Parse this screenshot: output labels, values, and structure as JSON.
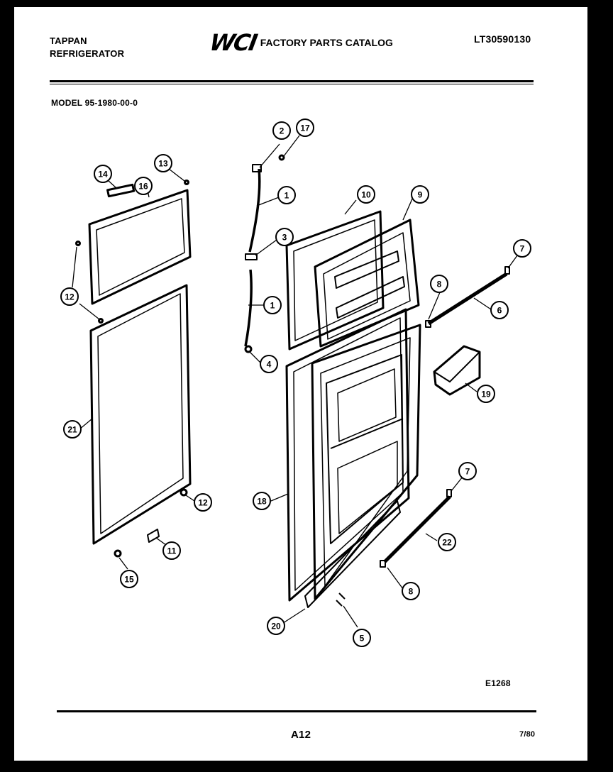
{
  "header": {
    "brand": "TAPPAN",
    "product": "REFRIGERATOR",
    "logo": "WCI",
    "catalog_title": "FACTORY PARTS CATALOG",
    "document_id": "LT30590130"
  },
  "model_line": "MODEL 95-1980-00-0",
  "figure_code": "E1268",
  "footer": {
    "page": "A12",
    "date": "7/80"
  },
  "callouts": [
    {
      "id": "c14",
      "text": "14"
    },
    {
      "id": "c13",
      "text": "13"
    },
    {
      "id": "c16top",
      "text": "16"
    },
    {
      "id": "c12a",
      "text": "12"
    },
    {
      "id": "c21",
      "text": "21"
    },
    {
      "id": "c12b",
      "text": "12"
    },
    {
      "id": "c11",
      "text": "11"
    },
    {
      "id": "c15",
      "text": "15"
    },
    {
      "id": "c2",
      "text": "2"
    },
    {
      "id": "c17",
      "text": "17"
    },
    {
      "id": "c1a",
      "text": "1"
    },
    {
      "id": "c3",
      "text": "3"
    },
    {
      "id": "c1b",
      "text": "1"
    },
    {
      "id": "c4",
      "text": "4"
    },
    {
      "id": "c10",
      "text": "10"
    },
    {
      "id": "c9",
      "text": "9"
    },
    {
      "id": "c7a",
      "text": "7"
    },
    {
      "id": "c8a",
      "text": "8"
    },
    {
      "id": "c6",
      "text": "6"
    },
    {
      "id": "c19",
      "text": "19"
    },
    {
      "id": "c18",
      "text": "18"
    },
    {
      "id": "c7b",
      "text": "7"
    },
    {
      "id": "c22",
      "text": "22"
    },
    {
      "id": "c8b",
      "text": "8"
    },
    {
      "id": "c20",
      "text": "20"
    },
    {
      "id": "c5",
      "text": "5"
    }
  ]
}
